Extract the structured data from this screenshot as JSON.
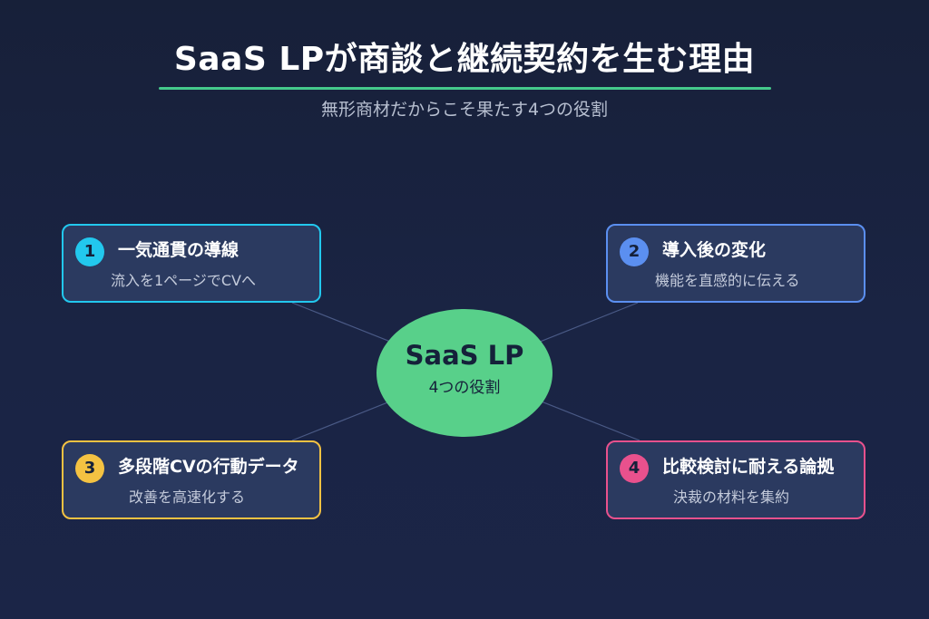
{
  "header": {
    "title": "SaaS LPが商談と継続契約を生む理由",
    "subtitle": "無形商材だからこそ果たす4つの役割"
  },
  "hub": {
    "title": "SaaS LP",
    "subtitle": "4つの役割"
  },
  "cards": [
    {
      "number": "1",
      "title": "一気通貫の導線",
      "description": "流入を1ページでCVへ",
      "color": "#22c8ee"
    },
    {
      "number": "2",
      "title": "導入後の変化",
      "description": "機能を直感的に伝える",
      "color": "#5b8ff0"
    },
    {
      "number": "3",
      "title": "多段階CVの行動データ",
      "description": "改善を高速化する",
      "color": "#f4c242"
    },
    {
      "number": "4",
      "title": "比較検討に耐える論拠",
      "description": "決裁の材料を集約",
      "color": "#e9518d"
    }
  ],
  "colors": {
    "background": "#1a2444",
    "accent": "#58d08a",
    "card_fill": "#2b3a60",
    "connector": "#4a5a86"
  }
}
